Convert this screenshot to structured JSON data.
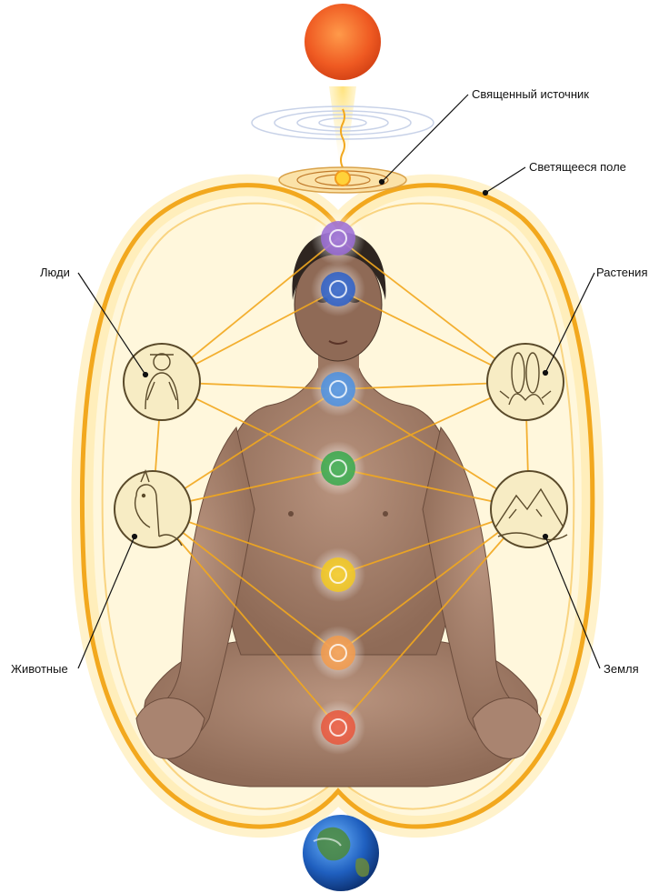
{
  "labels": {
    "sacred_source": "Священный источник",
    "luminous_field": "Светящееся поле",
    "people": "Люди",
    "plants": "Растения",
    "animals": "Животные",
    "earth": "Земля"
  },
  "colors": {
    "field_line": "#f2a81e",
    "field_glow": "#ffe9a8",
    "sun": "#f2541e",
    "skin": "#a98470",
    "medallion_fill": "#f7ecc4",
    "medallion_stroke": "#5a4a2a",
    "chakras": [
      "#9a6bd6",
      "#2a5fc9",
      "#4a8fe0",
      "#36a84a",
      "#f2c81e",
      "#f29a4a",
      "#e8553a"
    ]
  },
  "icons": {
    "top": "sun-icon",
    "bottom": "earth-globe-icon",
    "medallions": [
      "person-icon",
      "corn-plant-icon",
      "llama-icon",
      "mountain-icon"
    ]
  }
}
